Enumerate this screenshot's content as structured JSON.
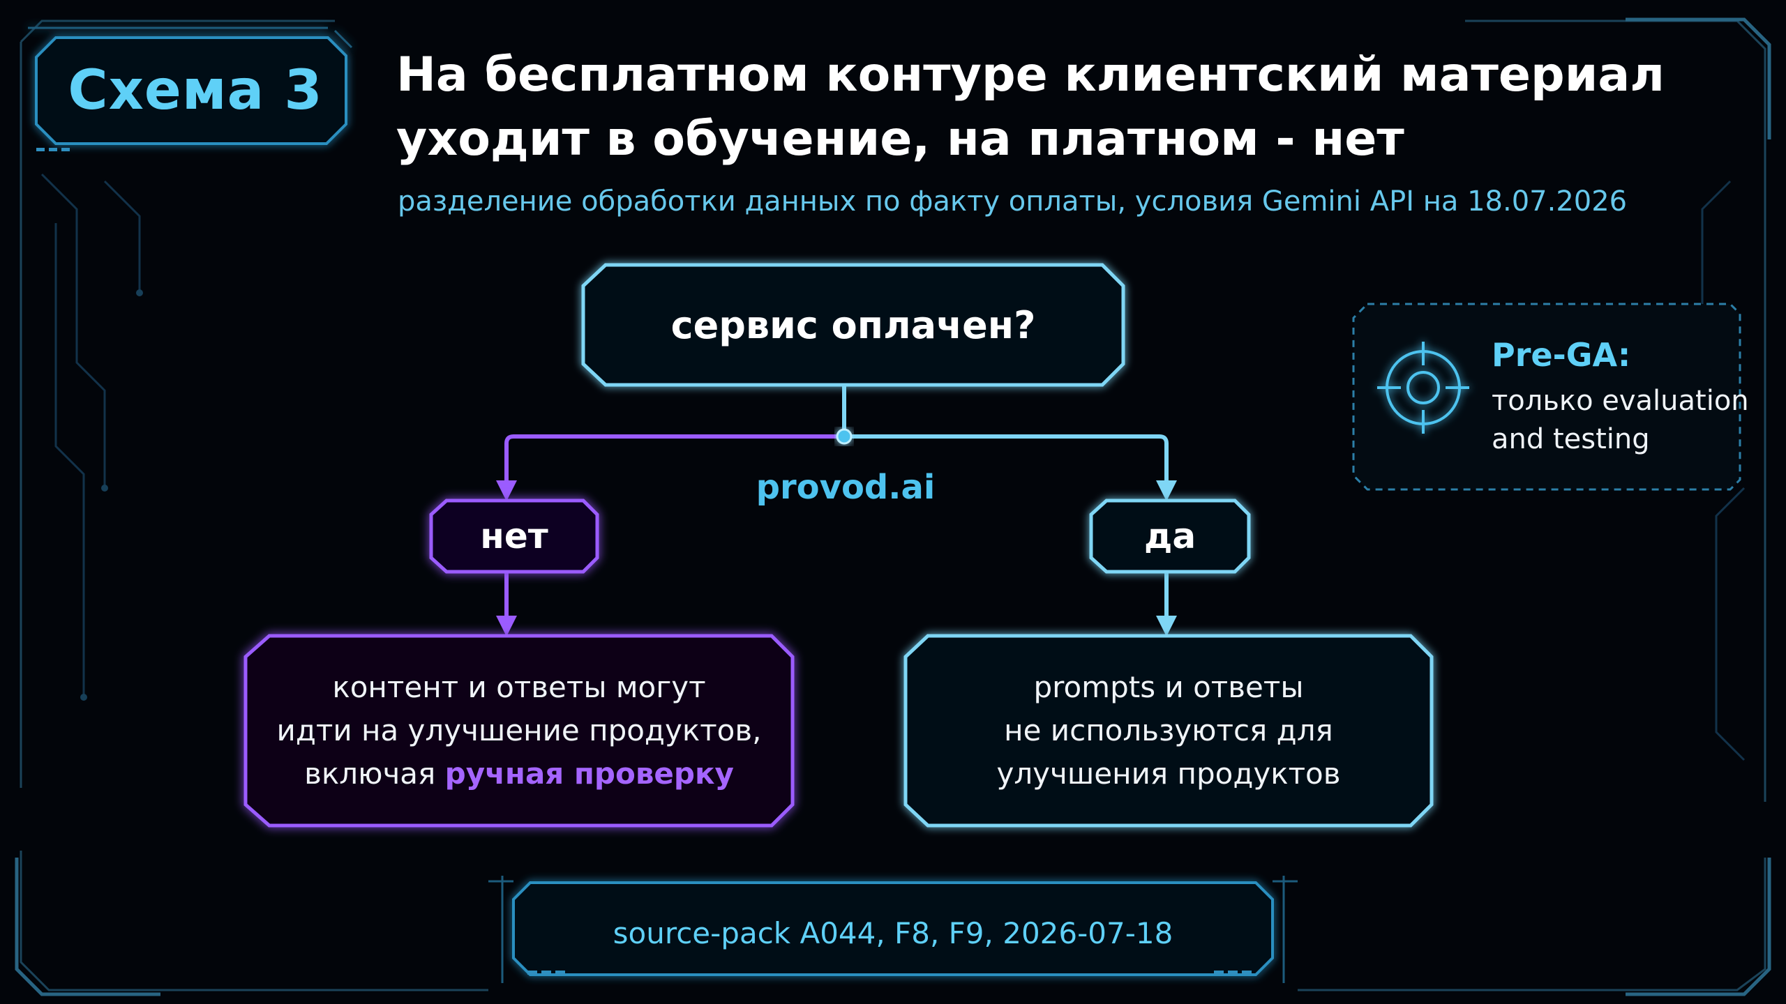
{
  "badge": {
    "label": "Схема 3"
  },
  "title": {
    "line1": "На бесплатном контуре клиентский материал",
    "line2": "уходит в обучение, на платном - нет"
  },
  "subtitle": "разделение обработки данных по факту оплаты, условия Gemini API на 18.07.2026",
  "diagram": {
    "question": "сервис оплачен?",
    "watermark": "provod.ai",
    "no_branch": {
      "label": "нет",
      "line1": "контент и ответы могут",
      "line2": "идти на улучшение продуктов,",
      "line3_plain": "включая ",
      "line3_highlight": "ручная проверку"
    },
    "yes_branch": {
      "label": "да",
      "line1": "prompts и ответы",
      "line2": "не используются для",
      "line3": "улучшения продуктов"
    }
  },
  "note": {
    "icon": "crosshair-icon",
    "title": "Pre-GA:",
    "line1": "только evaluation",
    "line2": "and testing"
  },
  "footer": "source-pack A044, F8, F9, 2026-07-18",
  "colors": {
    "background": "#02050a",
    "cyan": "#5fd0f7",
    "purple": "#9b5cff",
    "highlight_purple": "#a565ff",
    "text": "#ffffff"
  }
}
